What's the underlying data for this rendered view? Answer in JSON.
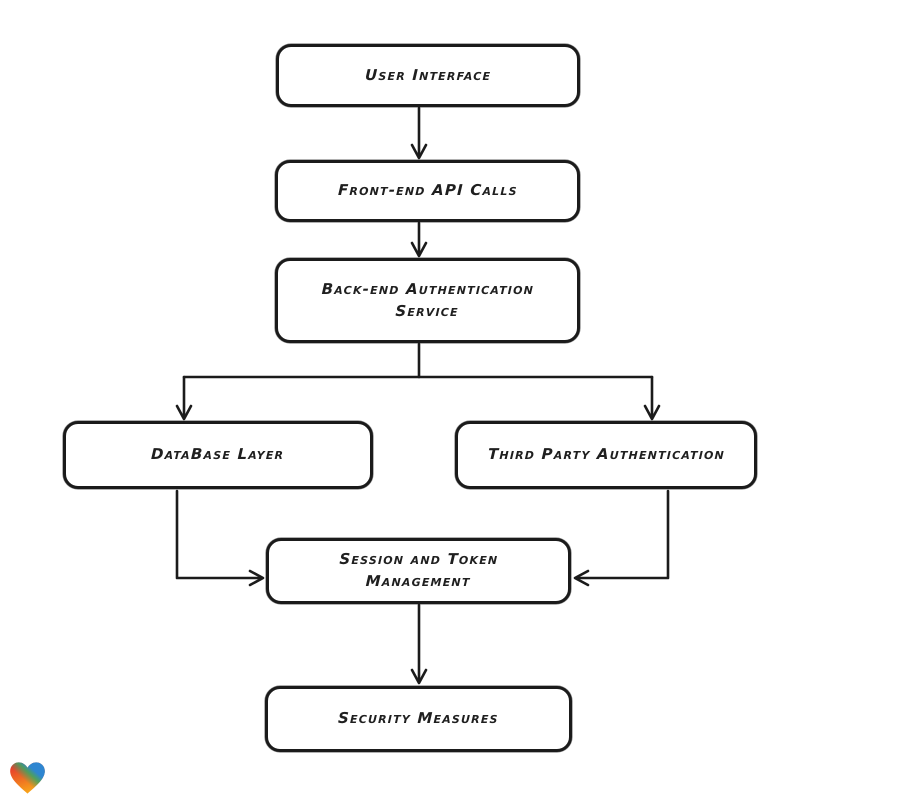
{
  "app": {
    "background_color": "#ffffff",
    "stroke_color": "#1b1b1b",
    "text_color": "#1f1f1f"
  },
  "diagram": {
    "nodes": [
      {
        "id": "user-interface",
        "label": "User Interface"
      },
      {
        "id": "front-end-api-calls",
        "label": "Front-end API Calls"
      },
      {
        "id": "back-end-authentication-service",
        "label": "Back-end Authentication Service"
      },
      {
        "id": "database-layer",
        "label": "DataBase Layer"
      },
      {
        "id": "third-party-authentication",
        "label": "Third Party Authentication"
      },
      {
        "id": "session-and-token-management",
        "label": "Session and Token Management"
      },
      {
        "id": "security-measures",
        "label": "Security Measures"
      }
    ],
    "edges": [
      {
        "from": "user-interface",
        "to": "front-end-api-calls"
      },
      {
        "from": "front-end-api-calls",
        "to": "back-end-authentication-service"
      },
      {
        "from": "back-end-authentication-service",
        "to": "database-layer"
      },
      {
        "from": "back-end-authentication-service",
        "to": "third-party-authentication"
      },
      {
        "from": "database-layer",
        "to": "session-and-token-management"
      },
      {
        "from": "third-party-authentication",
        "to": "session-and-token-management"
      },
      {
        "from": "session-and-token-management",
        "to": "security-measures"
      }
    ]
  },
  "branding": {
    "logo": "gradient-heart-logo",
    "colors": {
      "red": "#e52a30",
      "green": "#35a865",
      "blue": "#2e86d1",
      "orange": "#f7a21b"
    }
  }
}
